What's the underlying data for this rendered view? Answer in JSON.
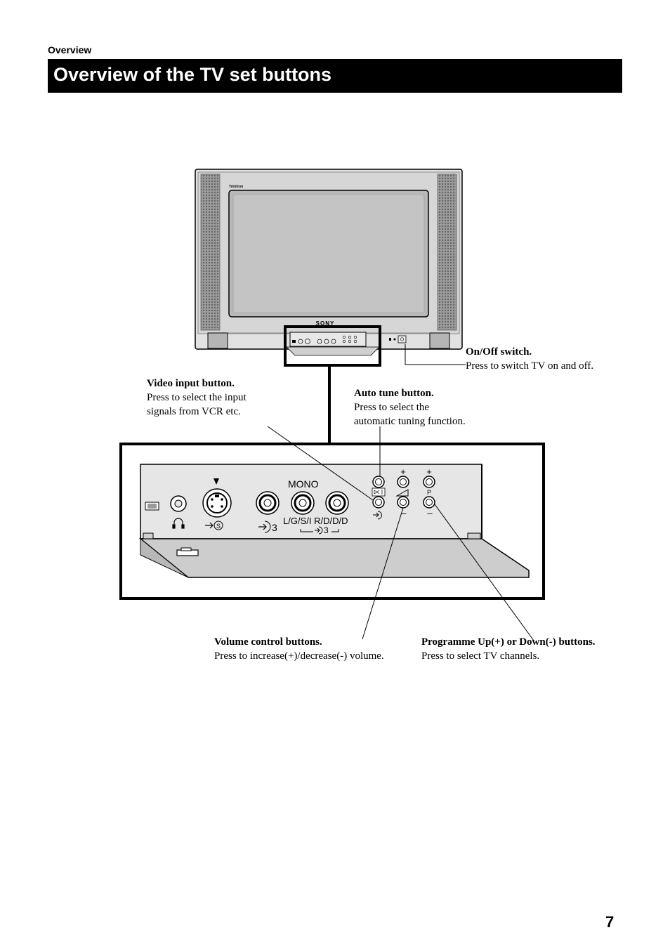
{
  "header": {
    "section": "Overview",
    "title": "Overview of the TV set buttons"
  },
  "tv": {
    "model_label": "Trinitron",
    "brand_label": "SONY"
  },
  "panel": {
    "mono_label": "MONO",
    "input3_label": "3",
    "audio_label": "L/G/S/I R/D/D/D",
    "audio_sub_label": "3",
    "svideo_label": "S",
    "plus_label": "+",
    "minus_label": "–",
    "programme_label": "P"
  },
  "callouts": {
    "onoff": {
      "title": "On/Off switch.",
      "text": "Press to switch TV on and off."
    },
    "video_input": {
      "title": "Video input button.",
      "line1": "Press to select the input",
      "line2": "signals from VCR etc."
    },
    "auto_tune": {
      "title": "Auto tune button.",
      "line1": "Press to select the",
      "line2": "automatic tuning function."
    },
    "volume": {
      "title": "Volume control buttons.",
      "text": "Press to increase(+)/decrease(-) volume."
    },
    "programme": {
      "title": "Programme Up(+) or Down(-) buttons.",
      "text": "Press to select TV channels."
    }
  },
  "footer": {
    "page_number": "7"
  }
}
